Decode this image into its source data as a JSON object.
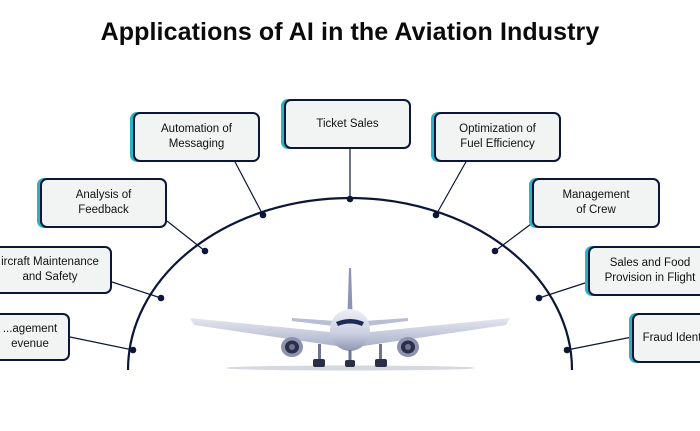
{
  "title": "Applications of AI in the Aviation Industry",
  "nodes": [
    {
      "id": "revenue",
      "label": "...agement\nevenue"
    },
    {
      "id": "aircraft",
      "label": "ircraft Maintenance\nand Safety"
    },
    {
      "id": "feedback",
      "label": "Analysis of\nFeedback"
    },
    {
      "id": "messaging",
      "label": "Automation of\nMessaging"
    },
    {
      "id": "ticket",
      "label": "Ticket Sales"
    },
    {
      "id": "fuel",
      "label": "Optimization of\nFuel Efficiency"
    },
    {
      "id": "crew",
      "label": "Management\nof Crew"
    },
    {
      "id": "sales",
      "label": "Sales and Food\nProvision in Flight"
    },
    {
      "id": "fraud",
      "label": "Fraud Ident"
    }
  ],
  "colors": {
    "arc": "#0c1738",
    "accent": "#2ab3c4",
    "box_fill": "#f2f3f3",
    "title": "#0b0b0b"
  },
  "center_image": "airplane-front-view"
}
